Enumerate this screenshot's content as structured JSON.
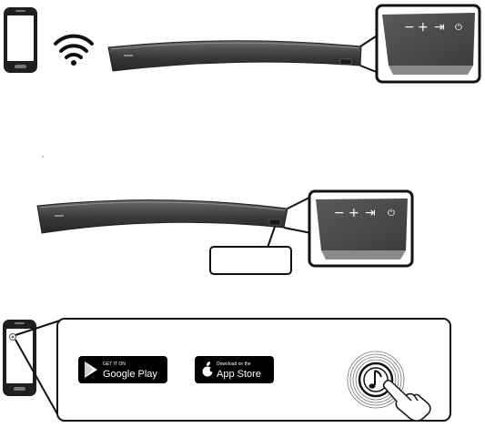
{
  "step1": {
    "panel_buttons": [
      "−",
      "+",
      "⇥",
      "⏻"
    ]
  },
  "step2": {
    "panel_buttons": [
      "−",
      "+",
      "⇥",
      "⏻"
    ],
    "display_value": ""
  },
  "step3": {
    "google_play": {
      "top": "GET IT ON",
      "main": "Google Play"
    },
    "app_store": {
      "top": "Download on the",
      "main": "App Store"
    },
    "app_icon": "music-note-icon"
  }
}
